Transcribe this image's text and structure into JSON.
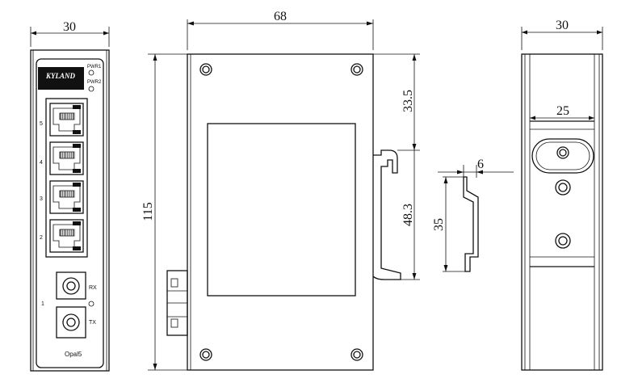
{
  "dimensions": {
    "front_width": "30",
    "side_width": "68",
    "side_height": "115",
    "top_offset": "33.5",
    "rail_height": "48.3",
    "clip_width": "6",
    "clip_height": "35",
    "back_width": "30",
    "rail_width": "25"
  },
  "front_panel": {
    "brand": "KYLAND",
    "pwr1": "PWR1",
    "pwr2": "PWR2",
    "ports": [
      "5",
      "4",
      "3",
      "2"
    ],
    "fiber_port": "1",
    "rx": "RX",
    "tx": "TX",
    "model": "Opal5"
  }
}
